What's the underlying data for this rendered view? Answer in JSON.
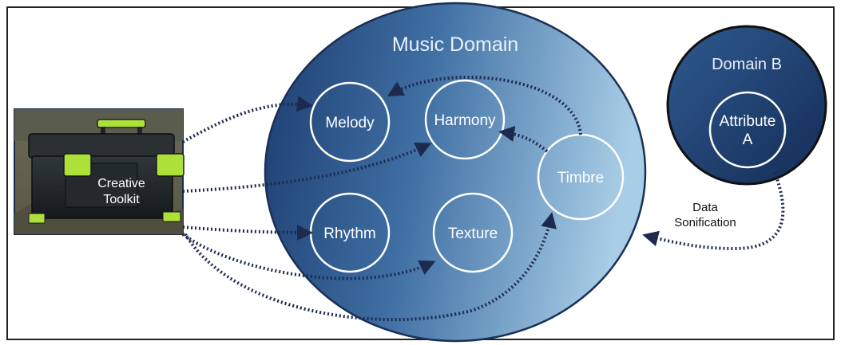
{
  "music_domain": {
    "title": "Music Domain",
    "attributes": {
      "melody": "Melody",
      "harmony": "Harmony",
      "rhythm": "Rhythm",
      "texture": "Texture",
      "timbre": "Timbre"
    }
  },
  "domain_b": {
    "title": "Domain B",
    "attribute_line1": "Attribute",
    "attribute_line2": "A"
  },
  "toolkit": {
    "line1": "Creative",
    "line2": "Toolkit"
  },
  "sonification": {
    "line1": "Data",
    "line2": "Sonification"
  },
  "colors": {
    "domain_dark": "#1b3a6b",
    "domain_light": "#a6cbe3",
    "arrow": "#1d2a4d",
    "handle": "#aee03a"
  }
}
